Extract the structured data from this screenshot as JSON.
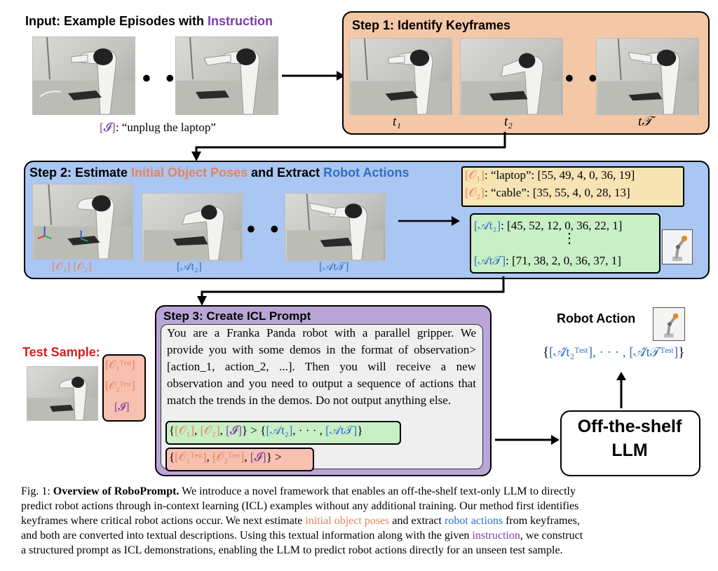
{
  "input": {
    "title_prefix": "Input: Example Episodes with ",
    "title_highlight": "Instruction",
    "dots": "• • •",
    "instruction_symbol": "[𝓘]",
    "instruction_text": ": “unplug the laptop”"
  },
  "step1": {
    "title": "Step 1: Identify Keyframes",
    "dots": "• • •",
    "labels": [
      "t₁",
      "t₂",
      "t𝒯"
    ]
  },
  "step2": {
    "title_prefix": "Step 2: Estimate ",
    "title_orange": "Initial Object Poses",
    "title_mid": " and Extract ",
    "title_blue": "Robot Actions",
    "dots": "• • •",
    "img_labels": [
      "[𝒪₁] [𝒪₂]",
      "[𝒜t₂]",
      "[𝒜t𝒯]"
    ],
    "objects": [
      {
        "sym": "[𝒪₁]",
        "text": ": “laptop”: [55, 49, 4, 0, 36, 19]"
      },
      {
        "sym": "[𝒪₂]",
        "text": ": “cable”: [35, 55, 4, 0, 28, 13]"
      }
    ],
    "actions": [
      {
        "sym": "[𝒜t₂]",
        "text": ": [45, 52, 12, 0, 36, 22, 1]"
      },
      {
        "sym": "[𝒜t𝒯]",
        "text": ": [71, 38, 2, 0, 36, 37, 1]"
      }
    ],
    "vdots": "⋮"
  },
  "step3": {
    "title": "Step 3: Create ICL Prompt",
    "prompt_text": "You are a Franka Panda robot with a parallel gripper. We provide you with some demos in the format of observation>[action_1, action_2, ...]. Then you will receive a new observation and you need to output a sequence of actions that match the trends in the demos. Do not output anything else.",
    "demo_line": {
      "open": "{",
      "o1": "[𝒪₁]",
      "c1": ", ",
      "o2": "[𝒪₂]",
      "c2": ", ",
      "i": "[𝓘]",
      "mid": "} > {",
      "a2": "[𝒜t₂]",
      "dots": ", · · · , ",
      "aT": "[𝒜t𝒯]",
      "close": "}"
    },
    "test_line": {
      "open": "{",
      "o1": "[𝒪₁ᵀᵉˢᵗ]",
      "c1": ", ",
      "o2": "[𝒪₂ᵀᵉˢᵗ]",
      "c2": ", ",
      "i": "[𝓘]",
      "close": "} >"
    }
  },
  "test_sample": {
    "title": "Test Sample:",
    "tags": [
      "[𝒪₁ᵀᵉˢᵗ]",
      "[𝒪₂ᵀᵉˢᵗ]",
      "[𝓘]"
    ]
  },
  "llm": {
    "line1": "Off-the-shelf",
    "line2": "LLM"
  },
  "robot_action": {
    "title": "Robot Action",
    "formula_open": "{",
    "a1": "[𝒜̂t₂ᵀᵉˢᵗ]",
    "dots": ", · · · , ",
    "a2": "[𝒜̂t𝒯ᵀᵉˢᵗ]",
    "formula_close": "}"
  },
  "caption": {
    "fig": "Fig. 1: ",
    "bold": "Overview of RoboPrompt.",
    "p1": " We introduce a novel framework that enables an off-the-shelf text-only LLM to directly",
    "line2": "predict robot actions through in-context learning (ICL) examples without any additional training. Our method first identifies",
    "line3a": "keyframes where critical robot actions occur. We next estimate ",
    "line3_orange": "initial object poses",
    "line3b": " and extract ",
    "line3_blue": "robot actions",
    "line3c": " from keyframes,",
    "line4a": "and both are converted into textual descriptions. Using this textual information along with the given ",
    "line4_purple": "instruction",
    "line4b": ", we construct",
    "line5": "a structured prompt as ICL demonstrations, enabling the LLM to predict robot actions directly for an unseen test sample."
  }
}
